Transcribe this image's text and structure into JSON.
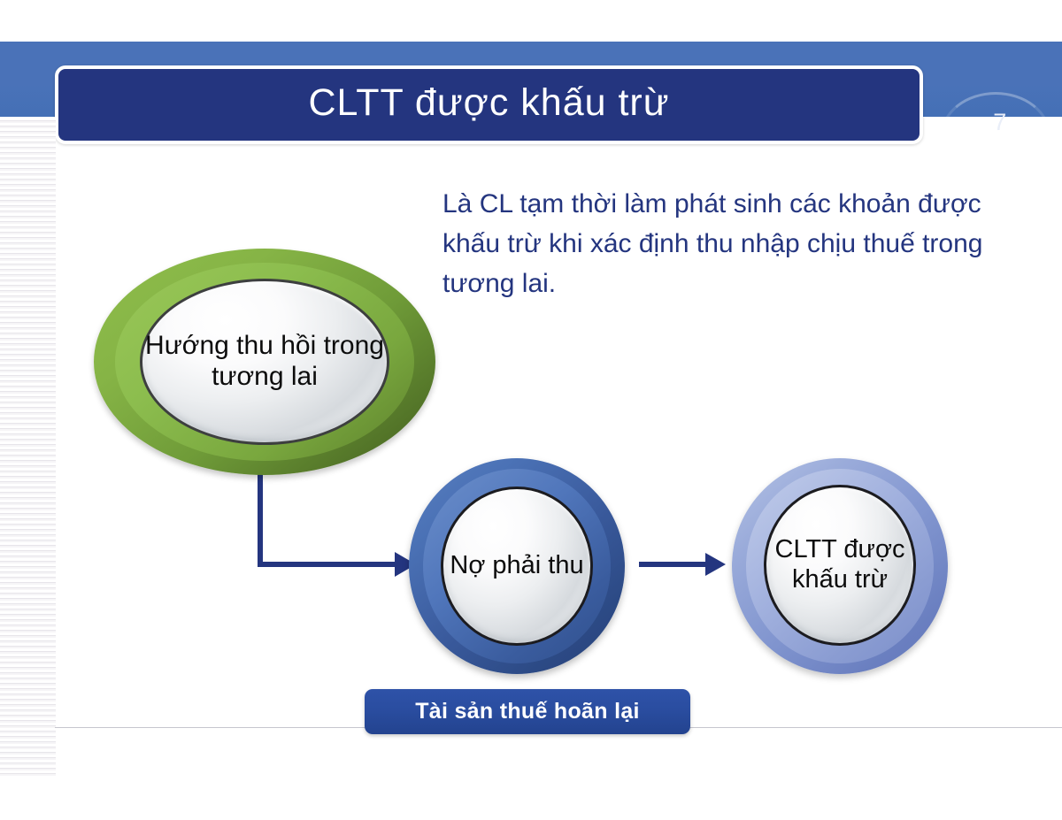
{
  "slide": {
    "title": "CLTT được khấu trừ",
    "page_number": "7",
    "body_text": "Là CL tạm thời làm phát sinh các khoản được khấu trừ khi xác định thu nhập chịu thuế trong tương lai.",
    "banner_label": "Tài sản thuế hoãn lại"
  },
  "diagram": {
    "nodes": [
      {
        "id": "huong-thu-hoi",
        "label": "Hướng thu hồi trong tương lai",
        "shape": "ellipse",
        "color": "#7aab3e"
      },
      {
        "id": "no-phai-thu",
        "label": "Nợ phải thu",
        "shape": "circle",
        "color": "#3a5c9e"
      },
      {
        "id": "cltt-duoc-khau-tru",
        "label": "CLTT được khấu trừ",
        "shape": "circle",
        "color": "#8a9cd2"
      }
    ],
    "connectors": [
      {
        "id": "elbow-green-to-blue",
        "from": "huong-thu-hoi",
        "to": "no-phai-thu",
        "style": "elbow-arrow",
        "color": "#24357f"
      },
      {
        "id": "arrow-blue-to-light",
        "from": "no-phai-thu",
        "to": "cltt-duoc-khau-tru",
        "style": "straight-arrow",
        "color": "#24357f"
      }
    ]
  },
  "theme": {
    "title_bar_color": "#24357f",
    "band_color": "#4a72b8",
    "body_text_color": "#24357f",
    "banner_color": "#2a4da0",
    "rail_stripe_color": "#e7e5ea"
  }
}
